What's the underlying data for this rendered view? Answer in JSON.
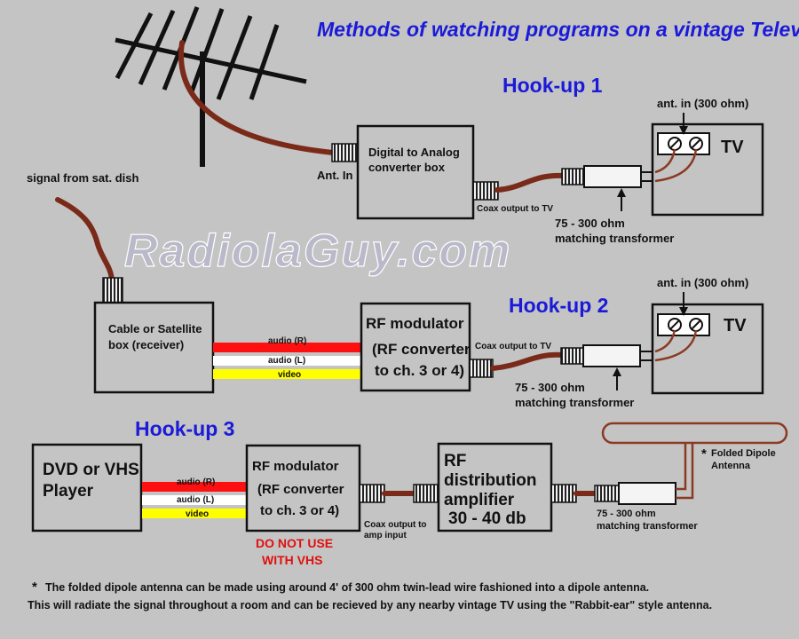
{
  "title": "Methods of watching programs on a vintage Television",
  "watermark": "RadiolaGuy.com",
  "hookup1": {
    "heading": "Hook-up 1",
    "ant_in": "Ant. In",
    "converter_line1": "Digital to Analog",
    "converter_line2": "converter box",
    "coax_output": "Coax output to TV",
    "transformer_line1": "75 - 300 ohm",
    "transformer_line2": "matching transformer",
    "tv_ant_label": "ant. in (300 ohm)",
    "tv": "TV"
  },
  "hookup2": {
    "heading": "Hook-up 2",
    "signal_label": "signal from sat. dish",
    "receiver_line1": "Cable or Satellite",
    "receiver_line2": "box (receiver)",
    "audio_r": "audio (R)",
    "audio_l": "audio (L)",
    "video": "video",
    "modulator_line1": "RF modulator",
    "modulator_line2": "(RF converter",
    "modulator_line3": "to ch. 3 or 4)",
    "coax_output": "Coax output to TV",
    "transformer_line1": "75 - 300 ohm",
    "transformer_line2": "matching transformer",
    "tv_ant_label": "ant. in (300 ohm)",
    "tv": "TV"
  },
  "hookup3": {
    "heading": "Hook-up 3",
    "player_line1": "DVD or VHS",
    "player_line2": "Player",
    "audio_r": "audio (R)",
    "audio_l": "audio (L)",
    "video": "video",
    "modulator_line1": "RF modulator",
    "modulator_line2": "(RF converter",
    "modulator_line3": "to ch. 3 or 4)",
    "warning_line1": "DO NOT USE",
    "warning_line2": "WITH VHS",
    "coax_line1": "Coax output to",
    "coax_line2": "amp input",
    "amp_line1": "RF",
    "amp_line2": "distribution",
    "amp_line3": "amplifier",
    "amp_line4": "30 - 40 db",
    "transformer_line1": "75 - 300 ohm",
    "transformer_line2": "matching transformer",
    "antenna_star": "*",
    "antenna_line1": "Folded Dipole",
    "antenna_line2": "Antenna"
  },
  "footnote": {
    "star": "*",
    "line1": "The folded dipole antenna can be made using around 4' of 300 ohm twin-lead wire fashioned into a dipole antenna.",
    "line2": "This will radiate the signal throughout a room and can be recieved by any nearby vintage TV using the \"Rabbit-ear\" style antenna."
  },
  "colors": {
    "background": "#c4c4c4",
    "heading_blue": "#1a1ad8",
    "coax_brown": "#7a2a18",
    "audio_r_red": "#ff1010",
    "audio_l_white": "#ffffff",
    "video_yellow": "#ffff00",
    "warning_red": "#e01010"
  }
}
